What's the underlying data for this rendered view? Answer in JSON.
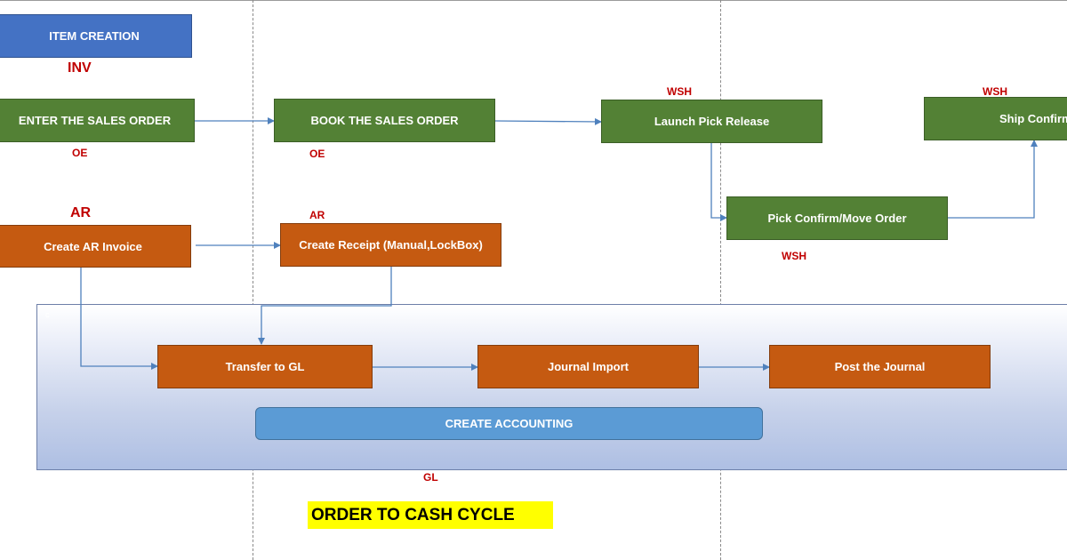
{
  "title": "ORDER TO CASH CYCLE",
  "colors": {
    "item_blue": "#4472c4",
    "order_green": "#538135",
    "finance_orange": "#c55a11",
    "accounting_blue": "#5b9bd5",
    "module_label_red": "#c00000",
    "title_highlight": "#ffff00",
    "arrow": "#4f81bd"
  },
  "boxes": {
    "item_creation": "ITEM CREATION",
    "enter_sales_order": "ENTER THE SALES ORDER",
    "book_sales_order": "BOOK THE SALES ORDER",
    "launch_pick_release": "Launch Pick Release",
    "ship_confirm": "Ship Confirm",
    "pick_confirm": "Pick Confirm/Move Order",
    "create_ar_invoice": "Create AR Invoice",
    "create_receipt": "Create Receipt (Manual,LockBox)",
    "transfer_to_gl": "Transfer to GL",
    "journal_import": "Journal Import",
    "post_journal": "Post the Journal",
    "create_accounting": "CREATE ACCOUNTING"
  },
  "modules": {
    "inv": "INV",
    "oe_enter": "OE",
    "oe_book": "OE",
    "wsh_launch": "WSH",
    "wsh_ship": "WSH",
    "wsh_pick": "WSH",
    "ar_invoice": "AR",
    "ar_receipt": "AR",
    "gl": "GL"
  },
  "gl_region_mark": "c"
}
